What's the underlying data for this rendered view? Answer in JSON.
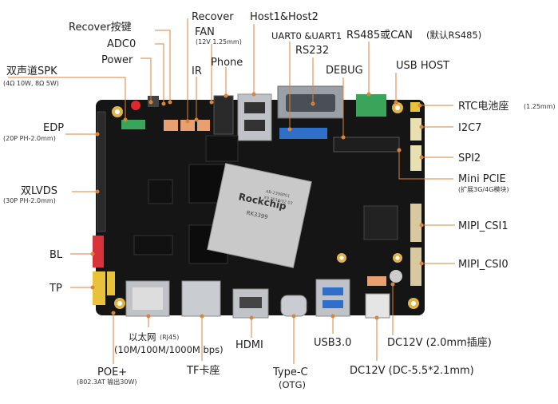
{
  "board": {
    "chip_brand": "Rockchip",
    "chip_model": "RK3399",
    "chip_code": "AB-2398P01",
    "chip_code2": "X9 2018/02 03"
  },
  "labels": {
    "recover_key": "Recover按键",
    "adc0": "ADC0",
    "power": "Power",
    "speaker": "双声道SPK",
    "speaker_spec": "(4Ω 10W, 8Ω 5W)",
    "recover": "Recover",
    "fan": "FAN",
    "fan_spec": "(12V 1.25mm)",
    "ir": "IR",
    "phone": "Phone",
    "host": "Host1&Host2",
    "uart": "UART0 &UART1",
    "rs232": "RS232",
    "rs485": "RS485或CAN",
    "rs485_note": "(默认RS485)",
    "debug": "DEBUG",
    "usb_host": "USB HOST",
    "rtc": "RTC电池座",
    "rtc_spec": "(1.25mm)",
    "edp": "EDP",
    "edp_spec": "(20P PH-2.0mm)",
    "i2c7": "I2C7",
    "spi2": "SPI2",
    "lvds": "双LVDS",
    "lvds_spec": "(30P PH-2.0mm)",
    "mini_pcie": "Mini PCIE",
    "mini_pcie_note": "(扩展3G/4G模块)",
    "mipi_csi1": "MIPI_CSI1",
    "bl": "BL",
    "mipi_csi0": "MIPI_CSI0",
    "tp": "TP",
    "ethernet": "以太网",
    "ethernet_spec": "(RJ45)",
    "ethernet_speed": "(10M/100M/1000M bps)",
    "hdmi": "HDMI",
    "usb30": "USB3.0",
    "dc12v_a": "DC12V (2.0mm插座)",
    "poe": "POE+",
    "poe_spec": "(802.3AT 输出30W)",
    "tf": "TF卡座",
    "typec": "Type-C",
    "typec_note": "(OTG)",
    "dc12v_b": "DC12V (DC-5.5*2.1mm)"
  },
  "colors": {
    "board": "#151515",
    "leader": "#d9833b",
    "header_red": "#d8323a",
    "header_yellow": "#e8c23a",
    "header_green": "#3aa55a",
    "header_blue": "#2f6fc9"
  }
}
